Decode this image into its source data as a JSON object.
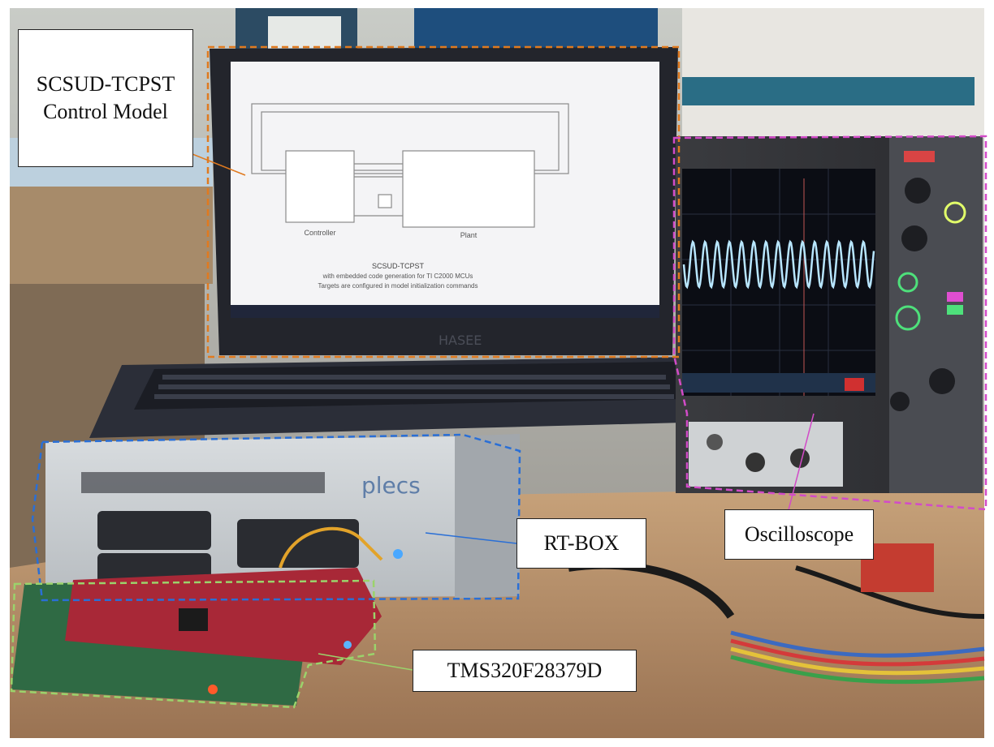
{
  "labels": {
    "control_model_line1": "SCSUD-TCPST",
    "control_model_line2": "Control Model",
    "rt_box": "RT-BOX",
    "oscilloscope": "Oscilloscope",
    "board": "TMS320F28379D"
  },
  "laptop_screen": {
    "controller_block": "Controller",
    "plant_block": "Plant",
    "model_title": "SCSUD-TCPST",
    "model_caption_line1": "with embedded code generation for TI C2000 MCUs",
    "model_caption_line2": "Targets are configured in model initialization commands"
  },
  "colors": {
    "laptop_outline": "#e07a1f",
    "rtbox_outline": "#2a6fd6",
    "scope_outline": "#d24bc8",
    "board_outline": "#9bd36b",
    "scope_trace": "#b8e6ff"
  }
}
